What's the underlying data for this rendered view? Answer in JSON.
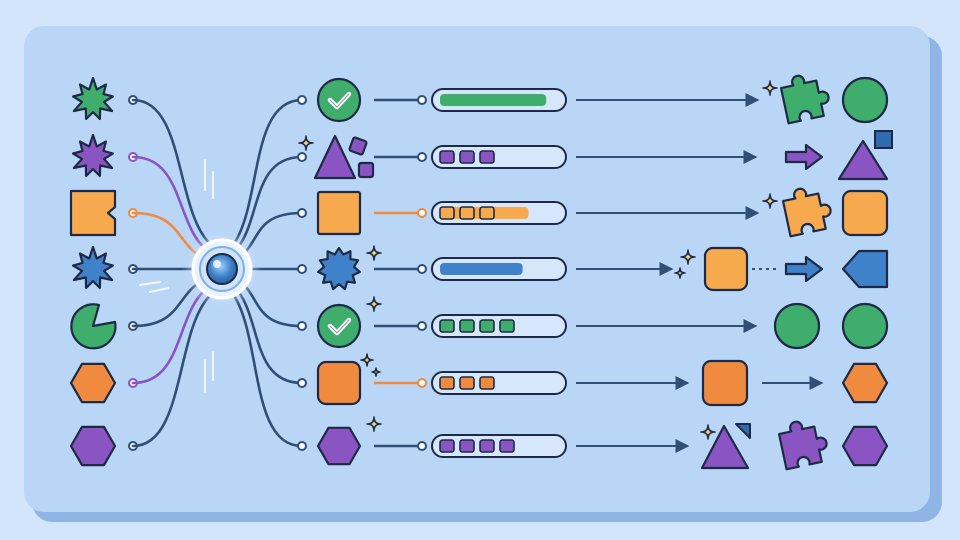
{
  "colors": {
    "background": "#d3e5fb",
    "panel": "#b9d6f6",
    "panel_shadow": "#8fb5e6",
    "outline": "#1e2a45",
    "line": "#2f4f75",
    "track": "#d6e7fb",
    "green": "#3fae6d",
    "purple": "#8a55c2",
    "orange": "#f08a3e",
    "orange_light": "#f6a94d",
    "blue": "#3f82c9",
    "sparkle": "#f3d16a"
  },
  "rows": [
    {
      "input_shape": "fragmented-green-shape-icon",
      "input_color": "green",
      "wire_color": "line",
      "stage_shape": "checkmark-circle-icon",
      "stage_color": "green",
      "progress": {
        "style": "fill",
        "fill_fraction": 0.9,
        "segments": 0,
        "color": "green"
      },
      "outputs": [
        "puzzle-piece-icon",
        "circle-icon"
      ],
      "output_colors": [
        "green",
        "green"
      ]
    },
    {
      "input_shape": "fragmented-purple-shape-icon",
      "input_color": "purple",
      "wire_color": "purple",
      "stage_shape": "triangle-with-squares-icon",
      "stage_color": "purple",
      "progress": {
        "style": "segments",
        "fill_fraction": 0,
        "segments": 3,
        "color": "purple"
      },
      "outputs": [
        "arrow-icon",
        "triangle-with-square-icon"
      ],
      "output_colors": [
        "purple",
        "purple"
      ]
    },
    {
      "input_shape": "notched-square-icon",
      "input_color": "orange_light",
      "wire_color": "orange",
      "stage_shape": "square-icon",
      "stage_color": "orange_light",
      "progress": {
        "style": "segments-fill",
        "fill_fraction": 0.75,
        "segments": 3,
        "color": "orange_light"
      },
      "outputs": [
        "puzzle-piece-icon",
        "rounded-square-icon"
      ],
      "output_colors": [
        "orange_light",
        "orange_light"
      ]
    },
    {
      "input_shape": "fragmented-blue-shape-icon",
      "input_color": "blue",
      "wire_color": "line",
      "stage_shape": "star-badge-icon",
      "stage_color": "blue",
      "progress": {
        "style": "fill",
        "fill_fraction": 0.7,
        "segments": 0,
        "color": "blue"
      },
      "outputs": [
        "rounded-square-icon",
        "arrow-icon",
        "pentagon-icon"
      ],
      "output_colors": [
        "orange_light",
        "blue",
        "blue"
      ]
    },
    {
      "input_shape": "pie-circle-icon",
      "input_color": "green",
      "wire_color": "line",
      "stage_shape": "checkmark-circle-icon",
      "stage_color": "green",
      "progress": {
        "style": "segments",
        "fill_fraction": 0,
        "segments": 4,
        "color": "green"
      },
      "outputs": [
        "circle-icon",
        "circle-icon"
      ],
      "output_colors": [
        "green",
        "green"
      ]
    },
    {
      "input_shape": "hexagon-icon",
      "input_color": "orange",
      "wire_color": "purple",
      "stage_shape": "rounded-square-icon",
      "stage_color": "orange",
      "progress": {
        "style": "segments",
        "fill_fraction": 0,
        "segments": 3,
        "color": "orange"
      },
      "outputs": [
        "rounded-square-icon",
        "hexagon-icon"
      ],
      "output_colors": [
        "orange",
        "orange"
      ]
    },
    {
      "input_shape": "hexagon-icon",
      "input_color": "purple",
      "wire_color": "line",
      "stage_shape": "hexagon-icon",
      "stage_color": "purple",
      "progress": {
        "style": "segments",
        "fill_fraction": 0,
        "segments": 4,
        "color": "purple"
      },
      "outputs": [
        "broken-triangle-icon",
        "puzzle-piece-icon",
        "hexagon-icon"
      ],
      "output_colors": [
        "purple",
        "purple",
        "purple"
      ]
    }
  ],
  "hub": {
    "icon": "central-hub-orb-icon",
    "color": "blue"
  }
}
